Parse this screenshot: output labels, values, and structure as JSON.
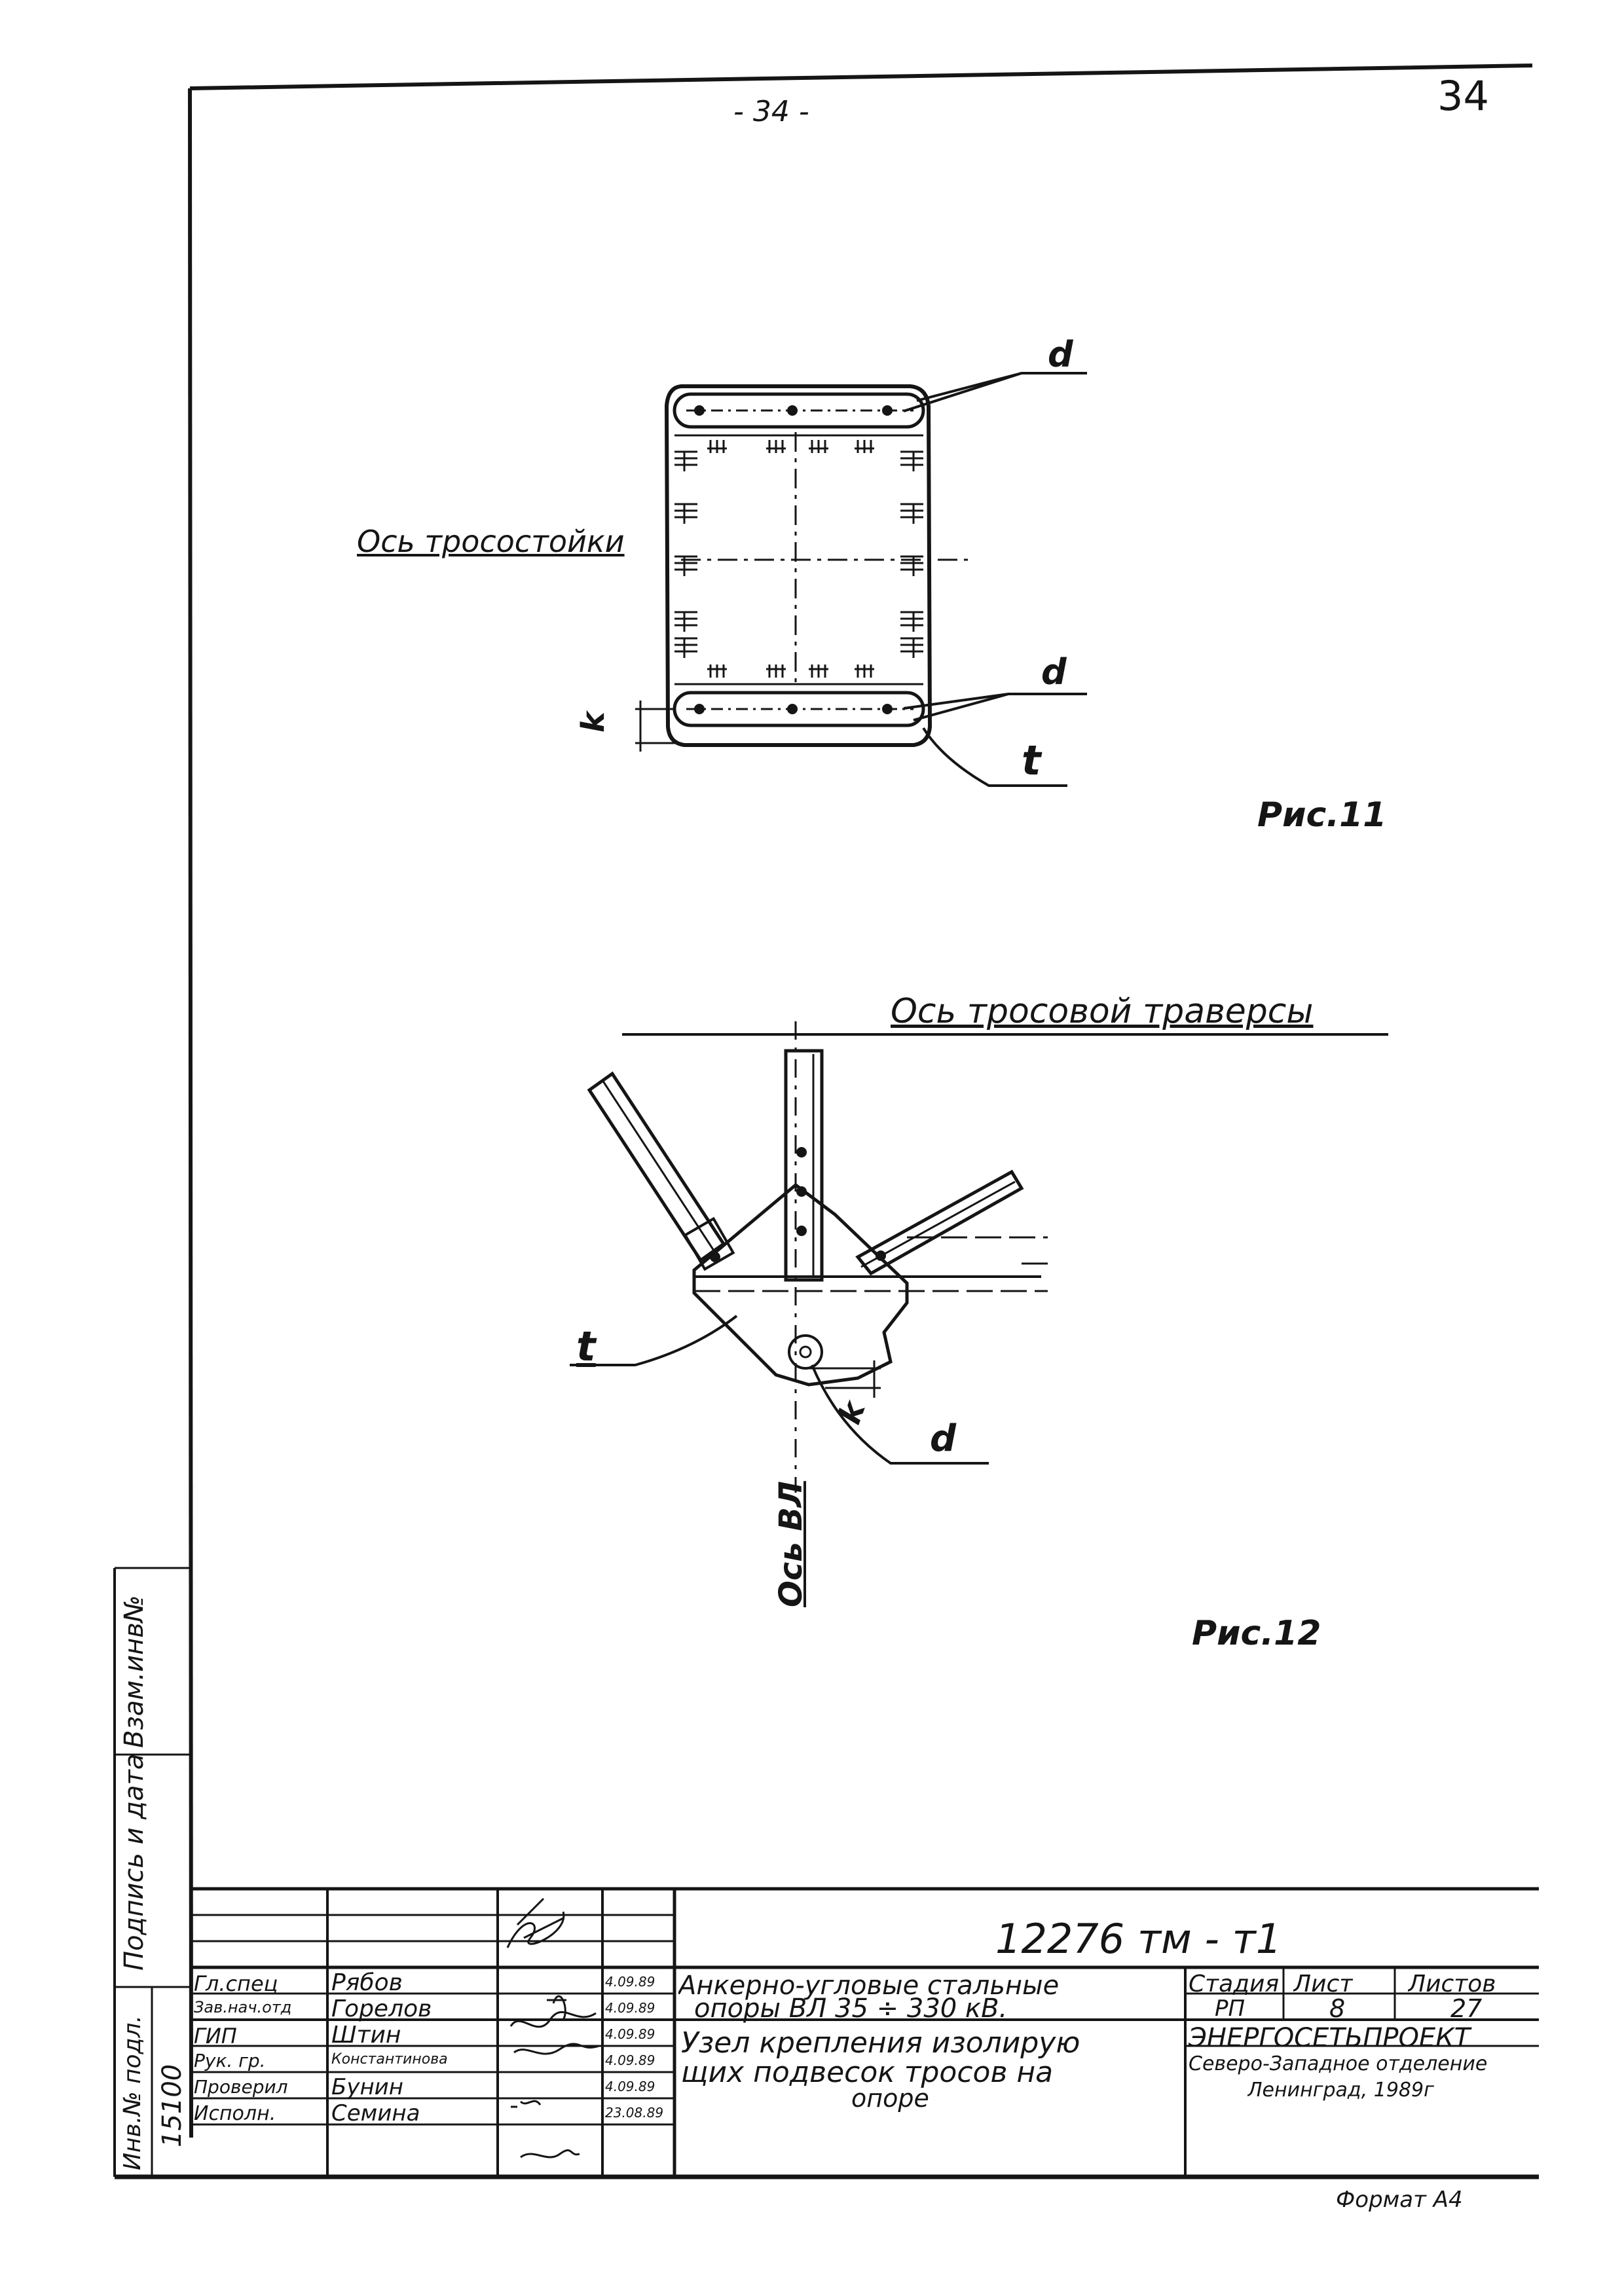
{
  "page": {
    "page_number_center": "- 34 -",
    "page_number_corner": "34"
  },
  "figure11": {
    "axis_label": "Ось тросостойки",
    "label_d_top": "d",
    "label_d_bottom": "d",
    "label_t": "t",
    "label_k": "k",
    "caption": "Рис.11"
  },
  "figure12": {
    "axis_label": "Ось тросовой траверсы",
    "axis_vl_label": "Ось ВЛ",
    "label_t": "t",
    "label_k": "k",
    "label_d": "d",
    "caption": "Рис.12"
  },
  "left_margin": {
    "vzam_inv": "Взам.инв№",
    "podpis_data": "Подпись и дата",
    "inv_podl": "Инв.№ подл.",
    "inv_number": "15100"
  },
  "title_block": {
    "document_code": "12276 тм - т1",
    "rows": [
      {
        "role": "Гл.спец",
        "name": "Рябов",
        "date": "4.09.89"
      },
      {
        "role": "Зав.нач.отд",
        "name": "Горелов",
        "date": "4.09.89"
      },
      {
        "role": "ГИП",
        "name": "Штин",
        "date": "4.09.89"
      },
      {
        "role": "Рук. гр.",
        "name": "Константинова",
        "date": "4.09.89"
      },
      {
        "role": "Проверил",
        "name": "Бунин",
        "date": "4.09.89"
      },
      {
        "role": "Исполн.",
        "name": "Семина",
        "date": "23.08.89"
      }
    ],
    "title_line1": "Анкерно-угловые стальные",
    "title_line2": "опоры ВЛ 35 ÷ 330 кВ.",
    "subtitle_line1": "Узел крепления изолирую",
    "subtitle_line2": "щих подвесок тросов на",
    "subtitle_line3": "опоре",
    "stage_header": "Стадия",
    "sheet_header": "Лист",
    "sheets_header": "Листов",
    "stage_value": "РП",
    "sheet_value": "8",
    "sheets_value": "27",
    "org_name": "ЭНЕРГОСЕТЬПРОЕКТ",
    "org_branch": "Северо-Западное отделение",
    "org_city": "Ленинград, 1989г",
    "format": "Формат А4"
  }
}
